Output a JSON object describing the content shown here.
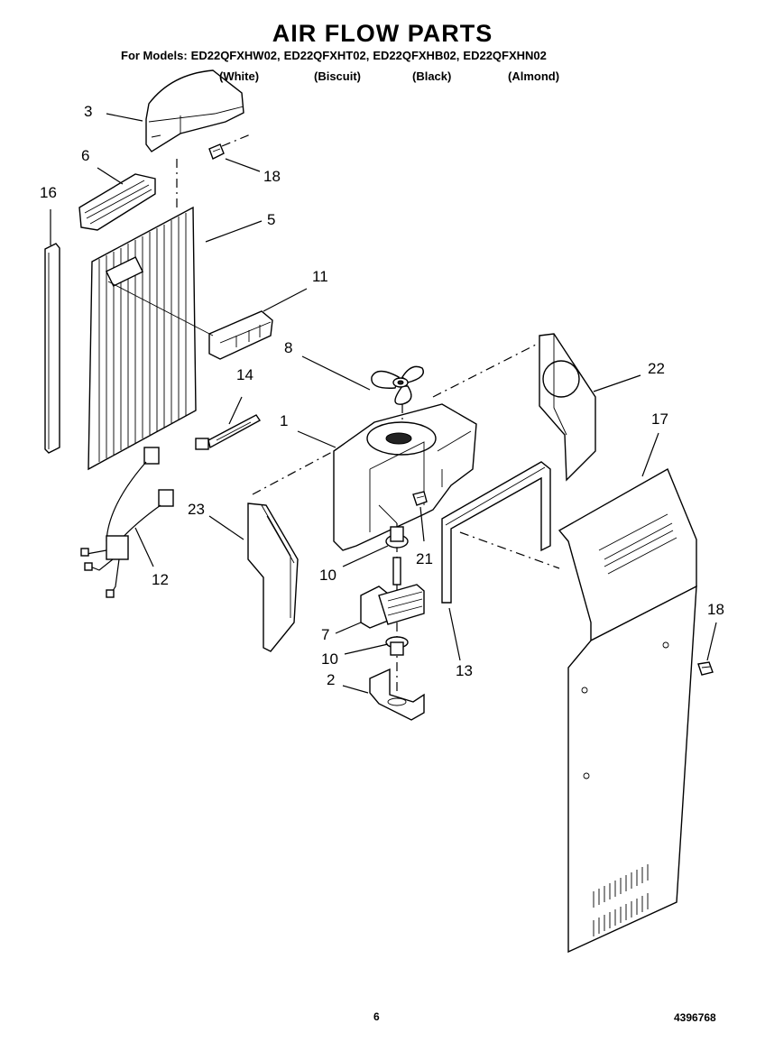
{
  "header": {
    "title": "AIR FLOW PARTS",
    "models_prefix": "For Models:",
    "models": [
      "ED22QFXHW02,",
      "ED22QFXHT02,",
      "ED22QFXHB02,",
      "ED22QFXHN02"
    ],
    "colors": [
      "(White)",
      "(Biscuit)",
      "(Black)",
      "(Almond)"
    ]
  },
  "callouts": {
    "c3": "3",
    "c6": "6",
    "c16": "16",
    "c5": "5",
    "c18a": "18",
    "c11": "11",
    "c14": "14",
    "c8": "8",
    "c1": "1",
    "c22": "22",
    "c17": "17",
    "c23": "23",
    "c12": "12",
    "c10a": "10",
    "c21": "21",
    "c7": "7",
    "c10b": "10",
    "c13": "13",
    "c2": "2",
    "c18b": "18"
  },
  "footer": {
    "page_number": "6",
    "part_number": "4396768"
  }
}
